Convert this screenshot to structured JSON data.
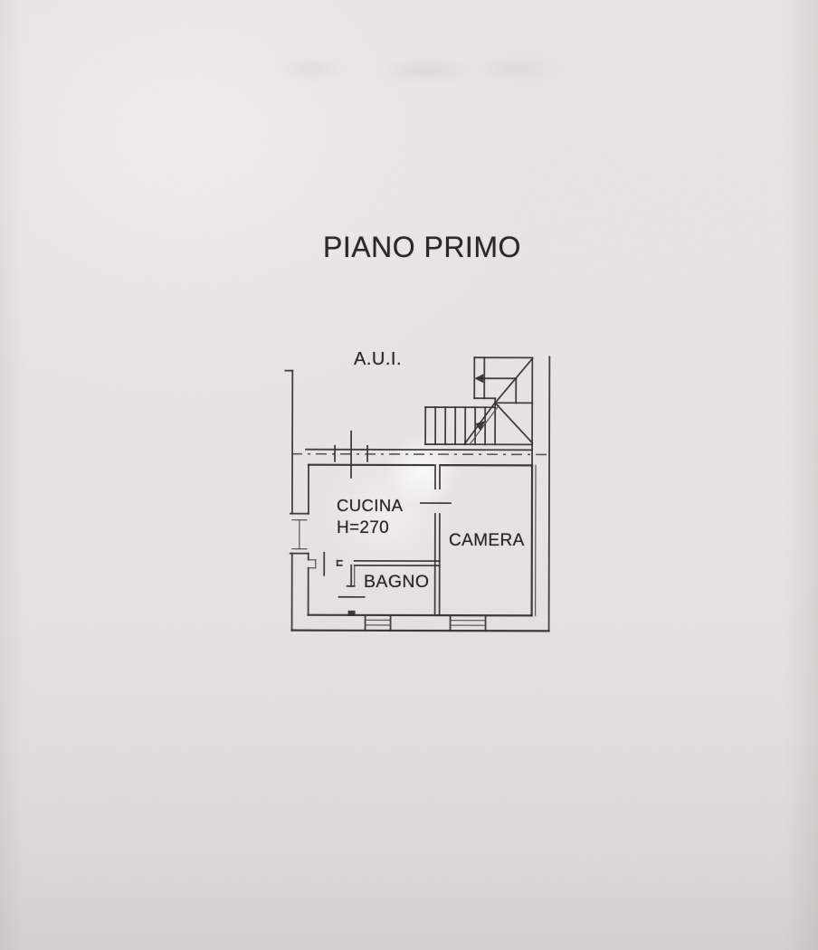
{
  "document": {
    "title": "PIANO PRIMO"
  },
  "floor_plan": {
    "area_label": "A.U.I.",
    "rooms": {
      "cucina": {
        "name": "CUCINA",
        "height_note": "H=270"
      },
      "camera": {
        "name": "CAMERA"
      },
      "bagno": {
        "name": "BAGNO"
      }
    }
  },
  "colors": {
    "paper": "#e6e4e1",
    "ink": "#33312d",
    "text": "#2b2927"
  }
}
